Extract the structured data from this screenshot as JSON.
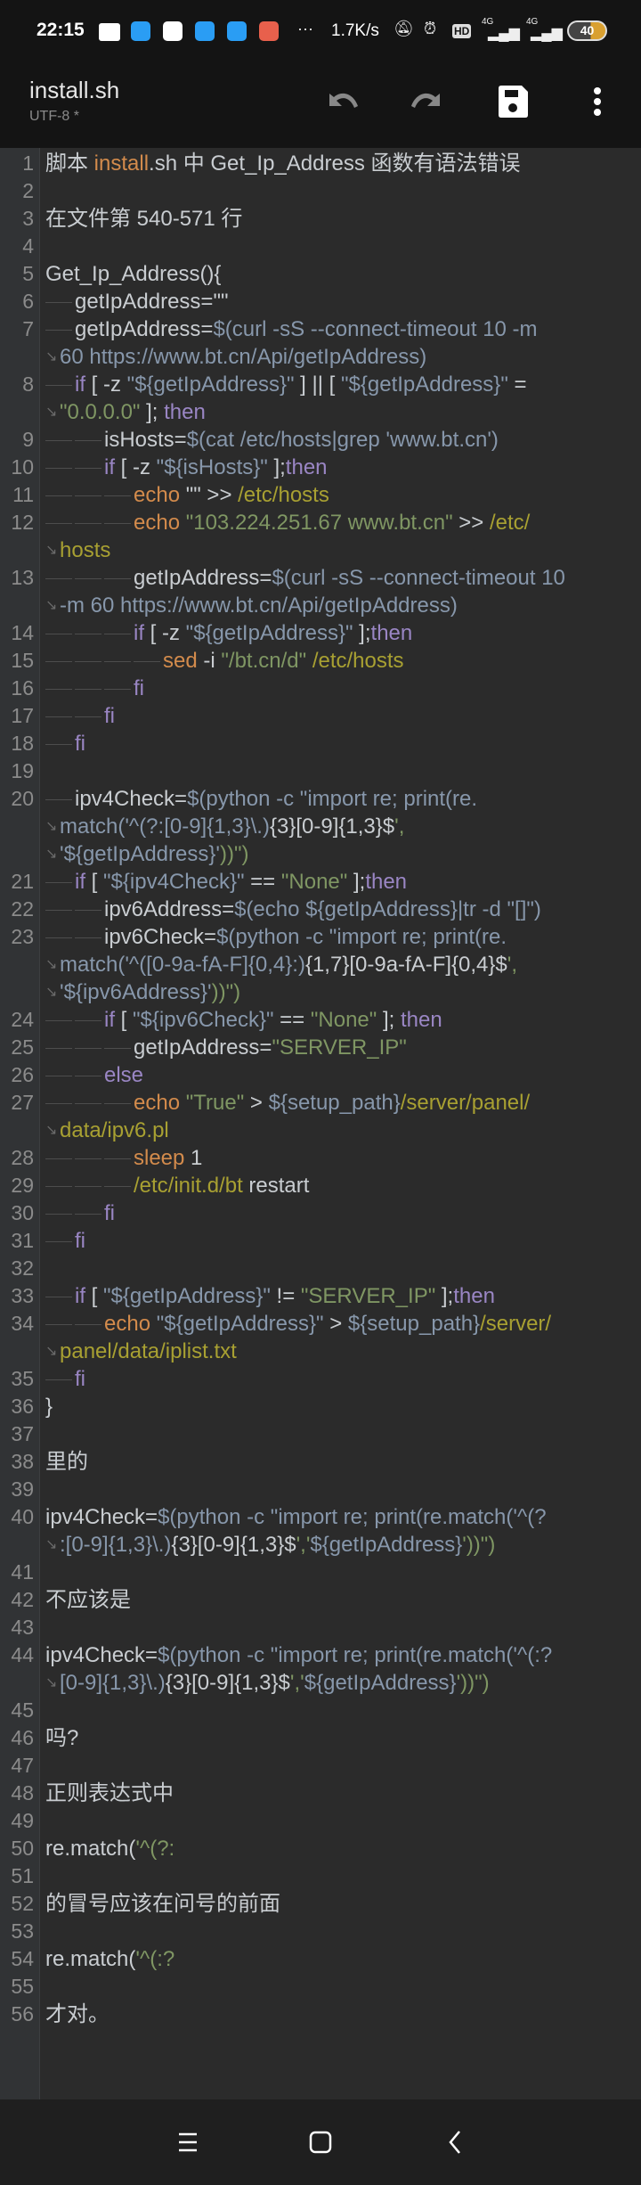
{
  "status_bar": {
    "time": "22:15",
    "speed": "1.7K/s",
    "battery": "40",
    "net1": "4G",
    "net2": "4G",
    "hd": "HD"
  },
  "toolbar": {
    "title": "install.sh",
    "encoding": "UTF-8 *"
  },
  "colors": {
    "keyword": "#9a86c4",
    "string": "#7f9663",
    "variable": "#8797ab",
    "command": "#d38b4c",
    "path": "#a8a032",
    "text": "#c9cdd1"
  },
  "editor": {
    "lines": [
      {
        "n": "1",
        "indent": 0,
        "rows": [
          [
            [
              "脚本 ",
              "t"
            ],
            [
              "install",
              "c"
            ],
            [
              ".sh 中 Get_Ip_Address 函数有语法错误",
              "t"
            ]
          ]
        ]
      },
      {
        "n": "2",
        "indent": 0,
        "rows": [
          []
        ]
      },
      {
        "n": "3",
        "indent": 0,
        "rows": [
          [
            [
              "在文件第 540-571 行",
              "t"
            ]
          ]
        ]
      },
      {
        "n": "4",
        "indent": 0,
        "rows": [
          []
        ]
      },
      {
        "n": "5",
        "indent": 0,
        "rows": [
          [
            [
              "Get_Ip_Address(){",
              "t"
            ]
          ]
        ]
      },
      {
        "n": "6",
        "indent": 1,
        "rows": [
          [
            [
              "getIpAddress=\"\"",
              "t"
            ]
          ]
        ]
      },
      {
        "n": "7",
        "indent": 1,
        "rows": [
          [
            [
              "getIpAddress=",
              "t"
            ],
            [
              "$(curl -sS --connect-timeout 10 -m",
              "v"
            ]
          ],
          [
            [
              "60 https://www.bt.cn/Api/getIpAddress)",
              "v"
            ]
          ]
        ]
      },
      {
        "n": "8",
        "indent": 1,
        "rows": [
          [
            [
              "if",
              "k"
            ],
            [
              " [ -z ",
              "t"
            ],
            [
              "\"${getIpAddress}\"",
              "v"
            ],
            [
              " ] || [ ",
              "t"
            ],
            [
              "\"${getIpAddress}\"",
              "v"
            ],
            [
              " =",
              "t"
            ]
          ],
          [
            [
              "\"0.0.0.0\"",
              "s"
            ],
            [
              " ]; ",
              "t"
            ],
            [
              "then",
              "k"
            ]
          ]
        ]
      },
      {
        "n": "9",
        "indent": 2,
        "rows": [
          [
            [
              "isHosts=",
              "t"
            ],
            [
              "$(cat /etc/hosts|grep 'www.bt.cn')",
              "v"
            ]
          ]
        ]
      },
      {
        "n": "10",
        "indent": 2,
        "rows": [
          [
            [
              "if",
              "k"
            ],
            [
              " [ -z ",
              "t"
            ],
            [
              "\"${isHosts}\"",
              "v"
            ],
            [
              " ];",
              "t"
            ],
            [
              "then",
              "k"
            ]
          ]
        ]
      },
      {
        "n": "11",
        "indent": 3,
        "rows": [
          [
            [
              "echo",
              "c"
            ],
            [
              " \"\" >> ",
              "t"
            ],
            [
              "/etc/hosts",
              "p"
            ]
          ]
        ]
      },
      {
        "n": "12",
        "indent": 3,
        "rows": [
          [
            [
              "echo",
              "c"
            ],
            [
              " ",
              "t"
            ],
            [
              "\"103.224.251.67 www.bt.cn\"",
              "s"
            ],
            [
              " >> ",
              "t"
            ],
            [
              "/etc/",
              "p"
            ]
          ],
          [
            [
              "hosts",
              "p"
            ]
          ]
        ]
      },
      {
        "n": "13",
        "indent": 3,
        "rows": [
          [
            [
              "getIpAddress=",
              "t"
            ],
            [
              "$(curl -sS --connect-timeout 10",
              "v"
            ]
          ],
          [
            [
              "-m 60 https://www.bt.cn/Api/getIpAddress)",
              "v"
            ]
          ]
        ]
      },
      {
        "n": "14",
        "indent": 3,
        "rows": [
          [
            [
              "if",
              "k"
            ],
            [
              " [ -z ",
              "t"
            ],
            [
              "\"${getIpAddress}\"",
              "v"
            ],
            [
              " ];",
              "t"
            ],
            [
              "then",
              "k"
            ]
          ]
        ]
      },
      {
        "n": "15",
        "indent": 4,
        "rows": [
          [
            [
              "sed",
              "c"
            ],
            [
              " -i ",
              "t"
            ],
            [
              "\"/bt.cn/d\"",
              "s"
            ],
            [
              " ",
              "t"
            ],
            [
              "/etc/hosts",
              "p"
            ]
          ]
        ]
      },
      {
        "n": "16",
        "indent": 3,
        "rows": [
          [
            [
              "fi",
              "k"
            ]
          ]
        ]
      },
      {
        "n": "17",
        "indent": 2,
        "rows": [
          [
            [
              "fi",
              "k"
            ]
          ]
        ]
      },
      {
        "n": "18",
        "indent": 1,
        "rows": [
          [
            [
              "fi",
              "k"
            ]
          ]
        ]
      },
      {
        "n": "19",
        "indent": 0,
        "rows": [
          []
        ]
      },
      {
        "n": "20",
        "indent": 1,
        "rows": [
          [
            [
              "ipv4Check=",
              "t"
            ],
            [
              "$(python -c \"import re; print(re.",
              "v"
            ]
          ],
          [
            [
              "match('^(?:[0-9]{1,3}\\.)",
              "v"
            ],
            [
              "{3}[0-9]{1,3}$",
              "t"
            ],
            [
              "',",
              "s"
            ]
          ],
          [
            [
              "'${getIpAddress}'",
              "v"
            ],
            [
              "))\")",
              "s"
            ]
          ]
        ]
      },
      {
        "n": "21",
        "indent": 1,
        "rows": [
          [
            [
              "if",
              "k"
            ],
            [
              " [ ",
              "t"
            ],
            [
              "\"${ipv4Check}\"",
              "v"
            ],
            [
              " == ",
              "t"
            ],
            [
              "\"None\"",
              "s"
            ],
            [
              " ];",
              "t"
            ],
            [
              "then",
              "k"
            ]
          ]
        ]
      },
      {
        "n": "22",
        "indent": 2,
        "rows": [
          [
            [
              "ipv6Address=",
              "t"
            ],
            [
              "$(echo ${getIpAddress}|tr -d \"[]\")",
              "v"
            ]
          ]
        ]
      },
      {
        "n": "23",
        "indent": 2,
        "rows": [
          [
            [
              "ipv6Check=",
              "t"
            ],
            [
              "$(python -c \"import re; print(re.",
              "v"
            ]
          ],
          [
            [
              "match('^([0-9a-fA-F]{0,4}:)",
              "v"
            ],
            [
              "{1,7}[0-9a-fA-F]{0,4}$",
              "t"
            ],
            [
              "',",
              "s"
            ]
          ],
          [
            [
              "'${ipv6Address}'",
              "v"
            ],
            [
              "))\")",
              "s"
            ]
          ]
        ]
      },
      {
        "n": "24",
        "indent": 2,
        "rows": [
          [
            [
              "if",
              "k"
            ],
            [
              " [ ",
              "t"
            ],
            [
              "\"${ipv6Check}\"",
              "v"
            ],
            [
              " == ",
              "t"
            ],
            [
              "\"None\"",
              "s"
            ],
            [
              " ]; ",
              "t"
            ],
            [
              "then",
              "k"
            ]
          ]
        ]
      },
      {
        "n": "25",
        "indent": 3,
        "rows": [
          [
            [
              "getIpAddress=",
              "t"
            ],
            [
              "\"SERVER_IP\"",
              "s"
            ]
          ]
        ]
      },
      {
        "n": "26",
        "indent": 2,
        "rows": [
          [
            [
              "else",
              "k"
            ]
          ]
        ]
      },
      {
        "n": "27",
        "indent": 3,
        "rows": [
          [
            [
              "echo",
              "c"
            ],
            [
              " ",
              "t"
            ],
            [
              "\"True\"",
              "s"
            ],
            [
              " > ",
              "t"
            ],
            [
              "${setup_path}",
              "v"
            ],
            [
              "/server/panel/",
              "p"
            ]
          ],
          [
            [
              "data/ipv6.pl",
              "p"
            ]
          ]
        ]
      },
      {
        "n": "28",
        "indent": 3,
        "rows": [
          [
            [
              "sleep",
              "c"
            ],
            [
              " 1",
              "t"
            ]
          ]
        ]
      },
      {
        "n": "29",
        "indent": 3,
        "rows": [
          [
            [
              "/etc/init.d/bt",
              "p"
            ],
            [
              " restart",
              "t"
            ]
          ]
        ]
      },
      {
        "n": "30",
        "indent": 2,
        "rows": [
          [
            [
              "fi",
              "k"
            ]
          ]
        ]
      },
      {
        "n": "31",
        "indent": 1,
        "rows": [
          [
            [
              "fi",
              "k"
            ]
          ]
        ]
      },
      {
        "n": "32",
        "indent": 0,
        "rows": [
          []
        ]
      },
      {
        "n": "33",
        "indent": 1,
        "rows": [
          [
            [
              "if",
              "k"
            ],
            [
              " [ ",
              "t"
            ],
            [
              "\"${getIpAddress}\"",
              "v"
            ],
            [
              " != ",
              "t"
            ],
            [
              "\"SERVER_IP\"",
              "s"
            ],
            [
              " ];",
              "t"
            ],
            [
              "then",
              "k"
            ]
          ]
        ]
      },
      {
        "n": "34",
        "indent": 2,
        "rows": [
          [
            [
              "echo",
              "c"
            ],
            [
              " ",
              "t"
            ],
            [
              "\"${getIpAddress}\"",
              "v"
            ],
            [
              " > ",
              "t"
            ],
            [
              "${setup_path}",
              "v"
            ],
            [
              "/server/",
              "p"
            ]
          ],
          [
            [
              "panel/data/iplist.txt",
              "p"
            ]
          ]
        ]
      },
      {
        "n": "35",
        "indent": 1,
        "rows": [
          [
            [
              "fi",
              "k"
            ]
          ]
        ]
      },
      {
        "n": "36",
        "indent": 0,
        "rows": [
          [
            [
              "}",
              "t"
            ]
          ]
        ]
      },
      {
        "n": "37",
        "indent": 0,
        "rows": [
          []
        ]
      },
      {
        "n": "38",
        "indent": 0,
        "rows": [
          [
            [
              "里的",
              "t"
            ]
          ]
        ]
      },
      {
        "n": "39",
        "indent": 0,
        "rows": [
          []
        ]
      },
      {
        "n": "40",
        "indent": 0,
        "rows": [
          [
            [
              "ipv4Check=",
              "t"
            ],
            [
              "$(python -c \"import re; print(re.match('^(?",
              "v"
            ]
          ],
          [
            [
              ":[0-9]{1,3}\\.)",
              "v"
            ],
            [
              "{3}[0-9]{1,3}$",
              "t"
            ],
            [
              "','",
              "s"
            ],
            [
              "${getIpAddress}",
              "v"
            ],
            [
              "'))\")",
              "s"
            ]
          ]
        ]
      },
      {
        "n": "41",
        "indent": 0,
        "rows": [
          []
        ]
      },
      {
        "n": "42",
        "indent": 0,
        "rows": [
          [
            [
              "不应该是",
              "t"
            ]
          ]
        ]
      },
      {
        "n": "43",
        "indent": 0,
        "rows": [
          []
        ]
      },
      {
        "n": "44",
        "indent": 0,
        "rows": [
          [
            [
              "ipv4Check=",
              "t"
            ],
            [
              "$(python -c \"import re; print(re.match('^(:?",
              "v"
            ]
          ],
          [
            [
              "[0-9]{1,3}\\.)",
              "v"
            ],
            [
              "{3}[0-9]{1,3}$",
              "t"
            ],
            [
              "','",
              "s"
            ],
            [
              "${getIpAddress}",
              "v"
            ],
            [
              "'))\")",
              "s"
            ]
          ]
        ]
      },
      {
        "n": "45",
        "indent": 0,
        "rows": [
          []
        ]
      },
      {
        "n": "46",
        "indent": 0,
        "rows": [
          [
            [
              "吗?",
              "t"
            ]
          ]
        ]
      },
      {
        "n": "47",
        "indent": 0,
        "rows": [
          []
        ]
      },
      {
        "n": "48",
        "indent": 0,
        "rows": [
          [
            [
              "正则表达式中",
              "t"
            ]
          ]
        ]
      },
      {
        "n": "49",
        "indent": 0,
        "rows": [
          []
        ]
      },
      {
        "n": "50",
        "indent": 0,
        "rows": [
          [
            [
              "re.match(",
              "t"
            ],
            [
              "'^(?:",
              "s"
            ]
          ]
        ]
      },
      {
        "n": "51",
        "indent": 0,
        "rows": [
          []
        ]
      },
      {
        "n": "52",
        "indent": 0,
        "rows": [
          [
            [
              "的冒号应该在问号的前面",
              "t"
            ]
          ]
        ]
      },
      {
        "n": "53",
        "indent": 0,
        "rows": [
          []
        ]
      },
      {
        "n": "54",
        "indent": 0,
        "rows": [
          [
            [
              "re.match(",
              "t"
            ],
            [
              "'^(:?",
              "s"
            ]
          ]
        ]
      },
      {
        "n": "55",
        "indent": 0,
        "rows": [
          []
        ]
      },
      {
        "n": "56",
        "indent": 0,
        "rows": [
          [
            [
              "才对。",
              "t"
            ]
          ]
        ]
      }
    ]
  }
}
